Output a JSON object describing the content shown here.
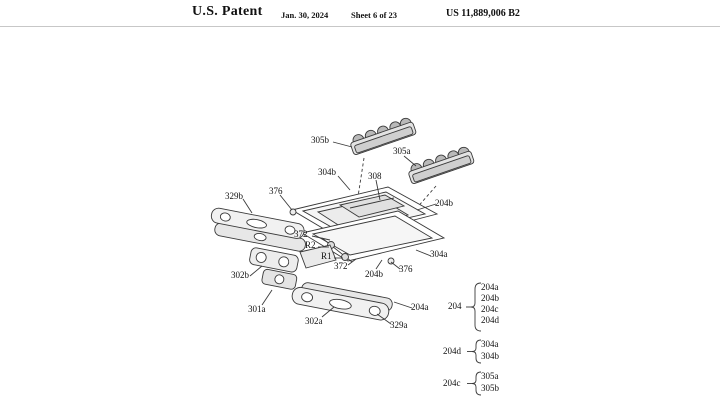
{
  "header": {
    "title": "U.S. Patent",
    "date": "Jan. 30, 2024",
    "sheet": "Sheet 6 of 23",
    "patent_number": "US 11,889,006 B2"
  },
  "figure": {
    "description": "Exploded isometric patent drawing of a camera module actuator assembly",
    "labels": [
      {
        "id": "305b",
        "text": "305b"
      },
      {
        "id": "305a",
        "text": "305a"
      },
      {
        "id": "304b",
        "text": "304b"
      },
      {
        "id": "308",
        "text": "308"
      },
      {
        "id": "204b-upper",
        "text": "204b"
      },
      {
        "id": "329b",
        "text": "329b"
      },
      {
        "id": "376-left",
        "text": "376"
      },
      {
        "id": "372-left",
        "text": "372"
      },
      {
        "id": "R2",
        "text": "R2"
      },
      {
        "id": "R1",
        "text": "R1"
      },
      {
        "id": "372-lower",
        "text": "372"
      },
      {
        "id": "302b",
        "text": "302b"
      },
      {
        "id": "204b-lower",
        "text": "204b"
      },
      {
        "id": "376-right",
        "text": "376"
      },
      {
        "id": "304a",
        "text": "304a"
      },
      {
        "id": "301a",
        "text": "301a"
      },
      {
        "id": "302a",
        "text": "302a"
      },
      {
        "id": "204a",
        "text": "204a"
      },
      {
        "id": "329a",
        "text": "329a"
      }
    ],
    "legend_groups": [
      {
        "label": "204",
        "items": [
          "204a",
          "204b",
          "204c",
          "204d"
        ]
      },
      {
        "label": "204d",
        "items": [
          "304a",
          "304b"
        ]
      },
      {
        "label": "204c",
        "items": [
          "305a",
          "305b"
        ]
      }
    ]
  }
}
